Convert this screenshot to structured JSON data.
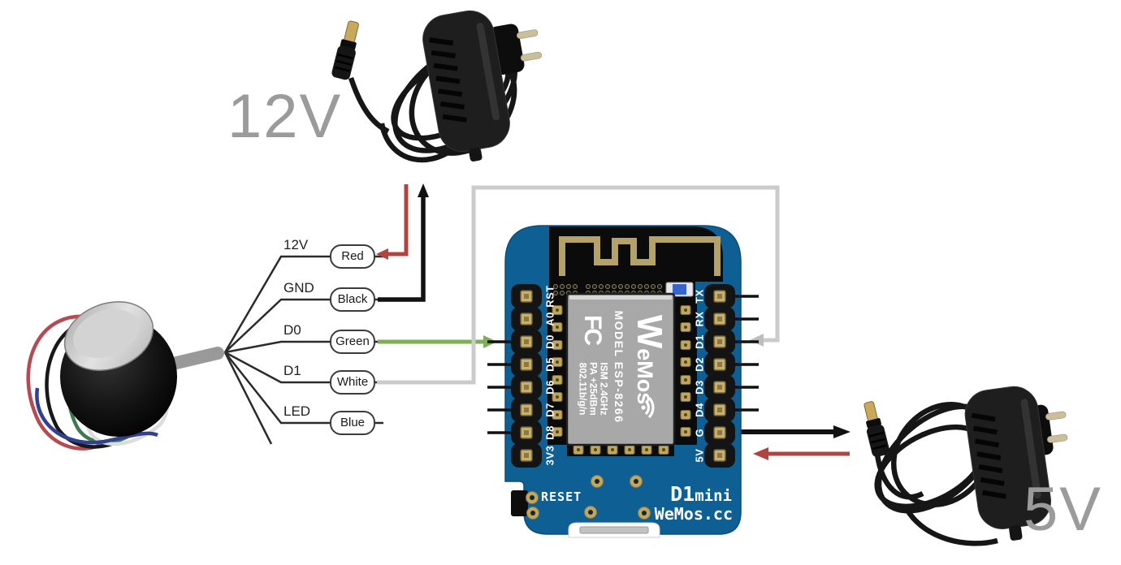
{
  "power_supplies": {
    "psu_12v": {
      "label": "12V"
    },
    "psu_5v": {
      "label": "5V"
    }
  },
  "sensor_wires": [
    {
      "signal": "12V",
      "wire_color": "Red"
    },
    {
      "signal": "GND",
      "wire_color": "Black"
    },
    {
      "signal": "D0",
      "wire_color": "Green"
    },
    {
      "signal": "D1",
      "wire_color": "White"
    },
    {
      "signal": "LED",
      "wire_color": "Blue"
    }
  ],
  "board": {
    "left_pins": [
      "RST",
      "A0",
      "D0",
      "D5",
      "D6",
      "D7",
      "D8",
      "3V3"
    ],
    "right_pins": [
      "TX",
      "RX",
      "D1",
      "D2",
      "D3",
      "D4",
      "G",
      "5V"
    ],
    "module": {
      "fcc_mark": "FC",
      "model": "MODEL ESP-8266",
      "specs": [
        "ISM 2.4GHz",
        "PA +25dBm",
        "802.11b/g/n"
      ],
      "brand": "WeMos"
    },
    "reset_label": "RESET",
    "name_big": "D1",
    "name_small": "mini",
    "brand_site": "WeMos.cc"
  },
  "colors": {
    "board_blue": "#0e6094",
    "arrow_red": "#b0453f",
    "arrow_green": "#7cb051",
    "arrow_gray": "#cccccc",
    "arrow_black": "#111111",
    "voltage_text_gray": "#9b9b9b",
    "pad_gold": "#c9b06a"
  }
}
